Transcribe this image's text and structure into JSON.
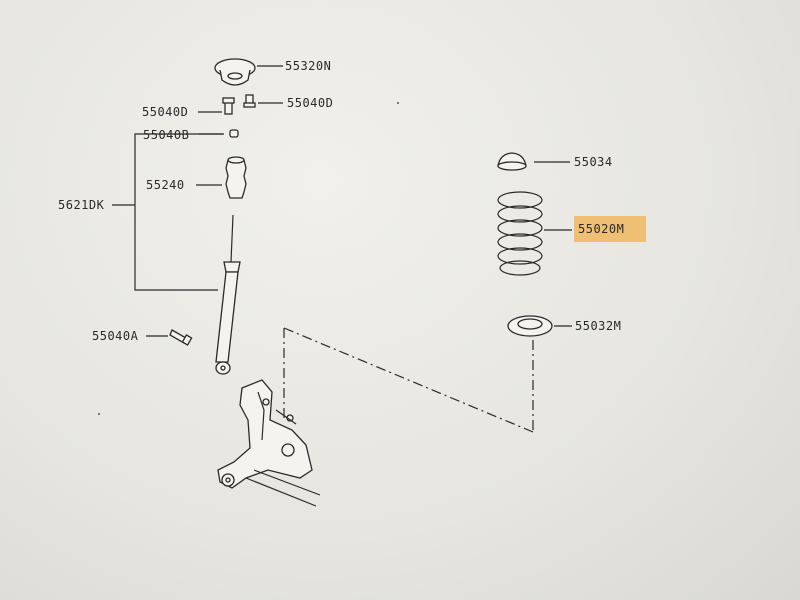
{
  "highlight_color": "#f0b860",
  "labels": {
    "p55320N": "55320N",
    "p55040D_left": "55040D",
    "p55040D_right": "55040D",
    "p55040B": "55040B",
    "p55240": "55240",
    "p5621DK": "5621DK",
    "p55040A": "55040A",
    "p55034": "55034",
    "p55020M": "55020M",
    "p55032M": "55032M"
  }
}
